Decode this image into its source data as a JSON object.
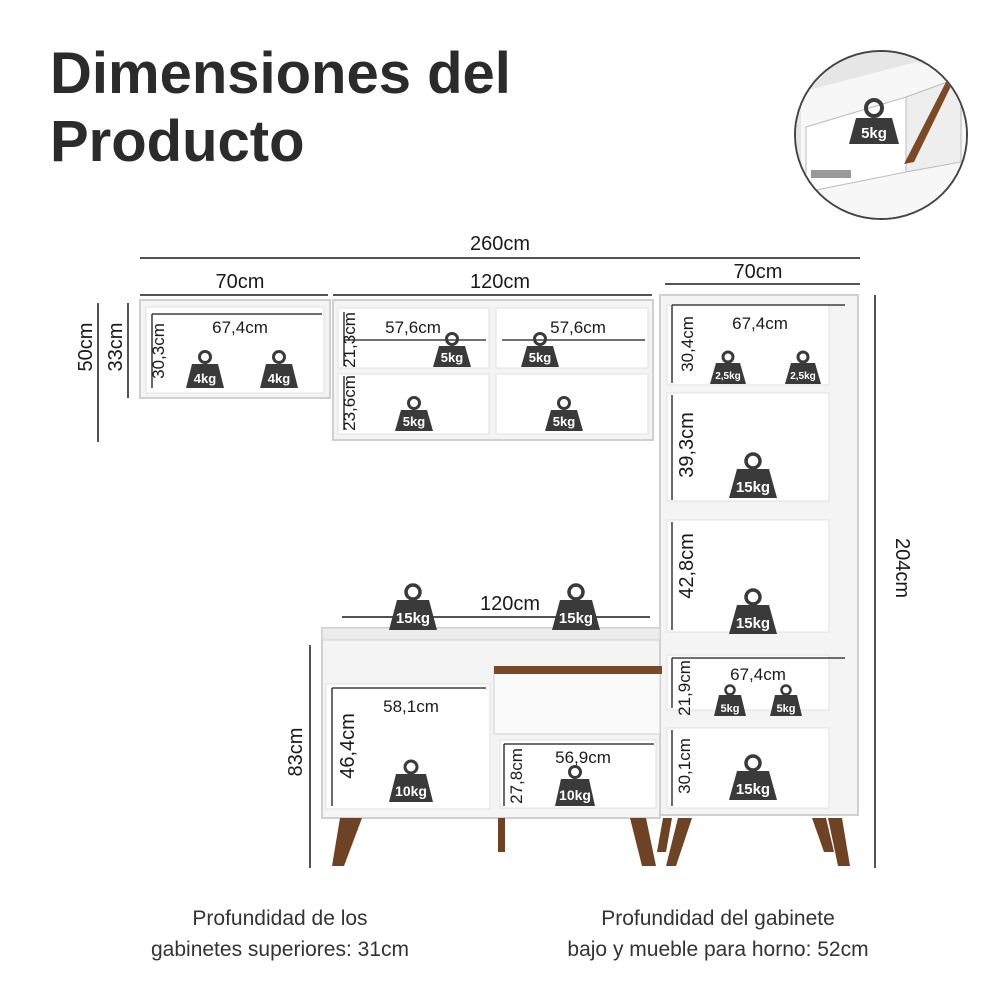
{
  "title": {
    "line1": "Dimensiones del",
    "line2": "Producto"
  },
  "inset": {
    "weight": "5kg"
  },
  "overall": {
    "width": "260cm",
    "height": "204cm"
  },
  "upper_left": {
    "width": "70cm",
    "outer_height": "50cm",
    "height": "33cm",
    "inner_width": "67,4cm",
    "inner_height": "30,3cm",
    "weights": [
      "4kg",
      "4kg"
    ]
  },
  "upper_middle": {
    "width": "120cm",
    "inner_width_left": "57,6cm",
    "inner_width_right": "57,6cm",
    "top_height": "21,3cm",
    "bottom_height": "23,6cm",
    "weights": [
      "5kg",
      "5kg",
      "5kg",
      "5kg"
    ]
  },
  "tall": {
    "width": "70cm",
    "top": {
      "width": "67,4cm",
      "height": "30,4cm",
      "weights": [
        "2,5kg",
        "2,5kg"
      ]
    },
    "shelf2": {
      "height": "39,3cm",
      "weight": "15kg"
    },
    "shelf3": {
      "height": "42,8cm",
      "weight": "15kg"
    },
    "shelf4": {
      "width": "67,4cm",
      "height": "21,9cm",
      "weights": [
        "5kg",
        "5kg"
      ]
    },
    "shelf5": {
      "height": "30,1cm",
      "weight": "15kg"
    }
  },
  "lower": {
    "width": "120cm",
    "height": "83cm",
    "top_weights": [
      "15kg",
      "15kg"
    ],
    "left": {
      "width": "58,1cm",
      "height": "46,4cm",
      "weight": "10kg"
    },
    "right": {
      "width": "56,9cm",
      "height": "27,8cm",
      "weight": "10kg"
    }
  },
  "footnotes": {
    "left": [
      "Profundidad de los",
      "gabinetes superiores: 31cm"
    ],
    "right": [
      "Profundidad del gabinete",
      "bajo y mueble para horno: 52cm"
    ]
  },
  "colors": {
    "cabinet_fill": "#f4f4f4",
    "cabinet_line": "#d0d0d0",
    "wood": "#7a4a28",
    "weight_icon": "#3a3a3a"
  }
}
